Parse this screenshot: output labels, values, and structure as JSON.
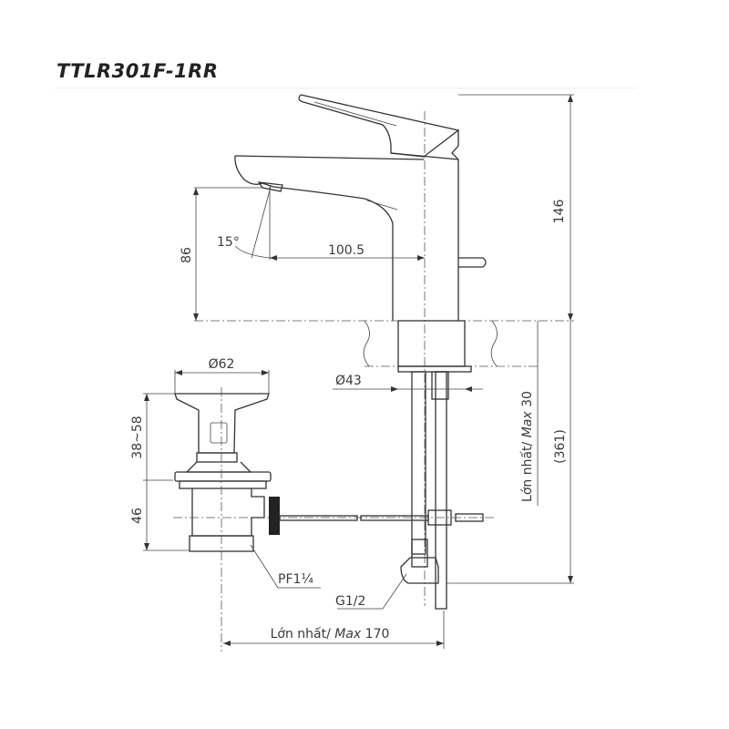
{
  "title": "TTLR301F-1RR",
  "dimensions": {
    "height_total": "146",
    "spout_height": "86",
    "spout_reach": "100.5",
    "angle": "15°",
    "drain_diameter": "Ø62",
    "hole_diameter": "Ø43",
    "drain_height_range": "38~58",
    "drain_lower": "46",
    "thread_drain": "PF1¼",
    "thread_supply": "G1/2",
    "max_thickness_prefix": "Lớn nhất/ ",
    "max_thickness_italic": "Max",
    "max_thickness_value": " 30",
    "total_below": "(361)",
    "max_width_prefix": "Lớn nhất/ ",
    "max_width_italic": "Max",
    "max_width_value": " 170"
  }
}
